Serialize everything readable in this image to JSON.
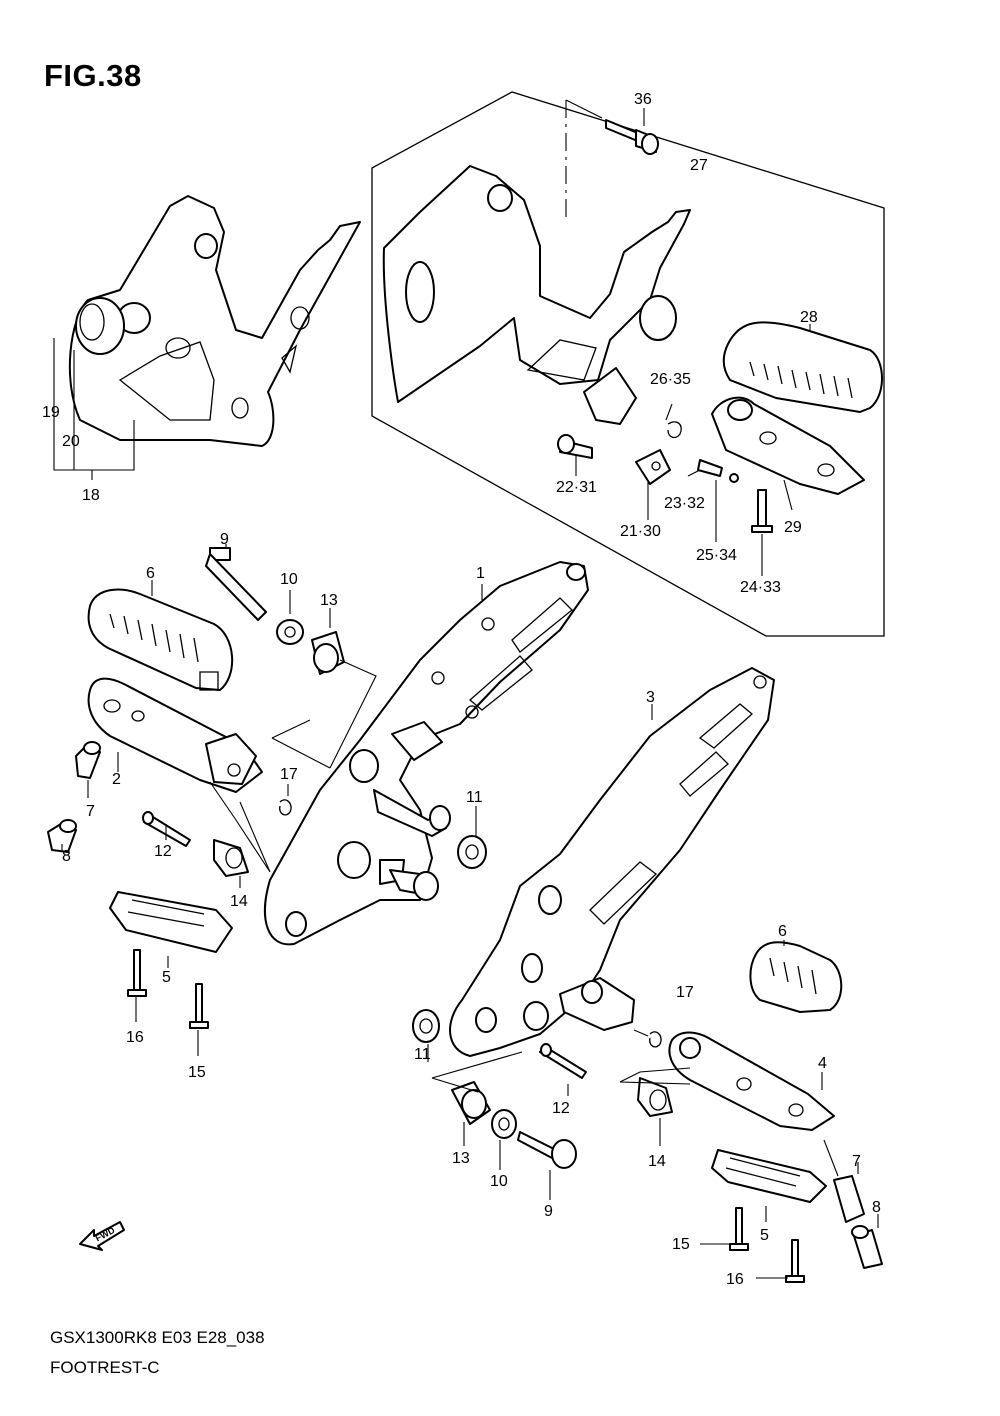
{
  "figure": {
    "title": "FIG.38",
    "model_code": "GSX1300RK8 E03 E28_038",
    "section_name": "FOOTREST-C",
    "direction_label": "FWD"
  },
  "callouts": [
    {
      "id": "c36",
      "text": "36"
    },
    {
      "id": "c27",
      "text": "27"
    },
    {
      "id": "c28",
      "text": "28"
    },
    {
      "id": "c26-35",
      "text": "26·35"
    },
    {
      "id": "c22-31",
      "text": "22·31"
    },
    {
      "id": "c21-30",
      "text": "21·30"
    },
    {
      "id": "c23-32",
      "text": "23·32"
    },
    {
      "id": "c29",
      "text": "29"
    },
    {
      "id": "c25-34",
      "text": "25·34"
    },
    {
      "id": "c24-33",
      "text": "24·33"
    },
    {
      "id": "c19",
      "text": "19"
    },
    {
      "id": "c20",
      "text": "20"
    },
    {
      "id": "c18",
      "text": "18"
    },
    {
      "id": "c9a",
      "text": "9"
    },
    {
      "id": "c6a",
      "text": "6"
    },
    {
      "id": "c10a",
      "text": "10"
    },
    {
      "id": "c13a",
      "text": "13"
    },
    {
      "id": "c1",
      "text": "1"
    },
    {
      "id": "c3",
      "text": "3"
    },
    {
      "id": "c2",
      "text": "2"
    },
    {
      "id": "c7a",
      "text": "7"
    },
    {
      "id": "c8a",
      "text": "8"
    },
    {
      "id": "c17a",
      "text": "17"
    },
    {
      "id": "c11a",
      "text": "11"
    },
    {
      "id": "c12a",
      "text": "12"
    },
    {
      "id": "c14a",
      "text": "14"
    },
    {
      "id": "c5a",
      "text": "5"
    },
    {
      "id": "c16a",
      "text": "16"
    },
    {
      "id": "c15a",
      "text": "15"
    },
    {
      "id": "c6b",
      "text": "6"
    },
    {
      "id": "c17b",
      "text": "17"
    },
    {
      "id": "c11b",
      "text": "11"
    },
    {
      "id": "c4",
      "text": "4"
    },
    {
      "id": "c12b",
      "text": "12"
    },
    {
      "id": "c13b",
      "text": "13"
    },
    {
      "id": "c10b",
      "text": "10"
    },
    {
      "id": "c9b",
      "text": "9"
    },
    {
      "id": "c14b",
      "text": "14"
    },
    {
      "id": "c7b",
      "text": "7"
    },
    {
      "id": "c8b",
      "text": "8"
    },
    {
      "id": "c5b",
      "text": "5"
    },
    {
      "id": "c15b",
      "text": "15"
    },
    {
      "id": "c16b",
      "text": "16"
    }
  ]
}
